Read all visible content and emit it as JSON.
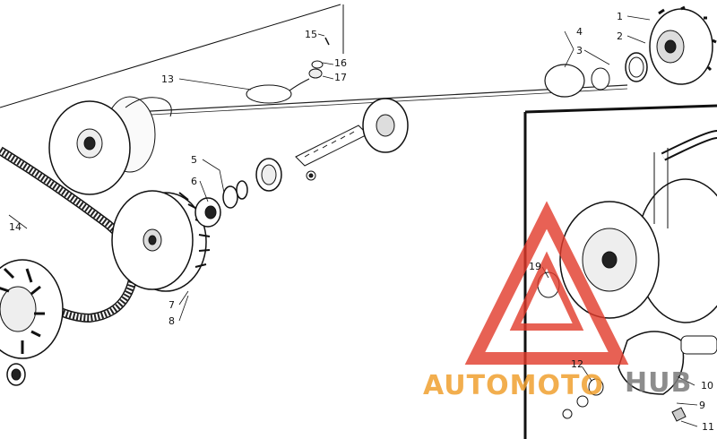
{
  "diagram": {
    "callouts": [
      {
        "id": "c1",
        "text": "1"
      },
      {
        "id": "c2",
        "text": "2"
      },
      {
        "id": "c3",
        "text": "3"
      },
      {
        "id": "c4",
        "text": "4"
      },
      {
        "id": "c5",
        "text": "5"
      },
      {
        "id": "c6",
        "text": "6"
      },
      {
        "id": "c7",
        "text": "7"
      },
      {
        "id": "c8",
        "text": "8"
      },
      {
        "id": "c9",
        "text": "9"
      },
      {
        "id": "c10",
        "text": "10"
      },
      {
        "id": "c11",
        "text": "11"
      },
      {
        "id": "c12",
        "text": "12"
      },
      {
        "id": "c13",
        "text": "13"
      },
      {
        "id": "c14",
        "text": "14"
      },
      {
        "id": "c15",
        "text": "15"
      },
      {
        "id": "c16",
        "text": "16"
      },
      {
        "id": "c17",
        "text": "17"
      },
      {
        "id": "c19",
        "text": "19"
      }
    ]
  },
  "watermark": {
    "text": "AUTOMOTOHUB",
    "part_a": "AUTOMOTO",
    "part_b": "HUB",
    "color_main": "#f0a030",
    "color_accent": "#8a8a8a",
    "logo_color": "#e23a2a"
  }
}
